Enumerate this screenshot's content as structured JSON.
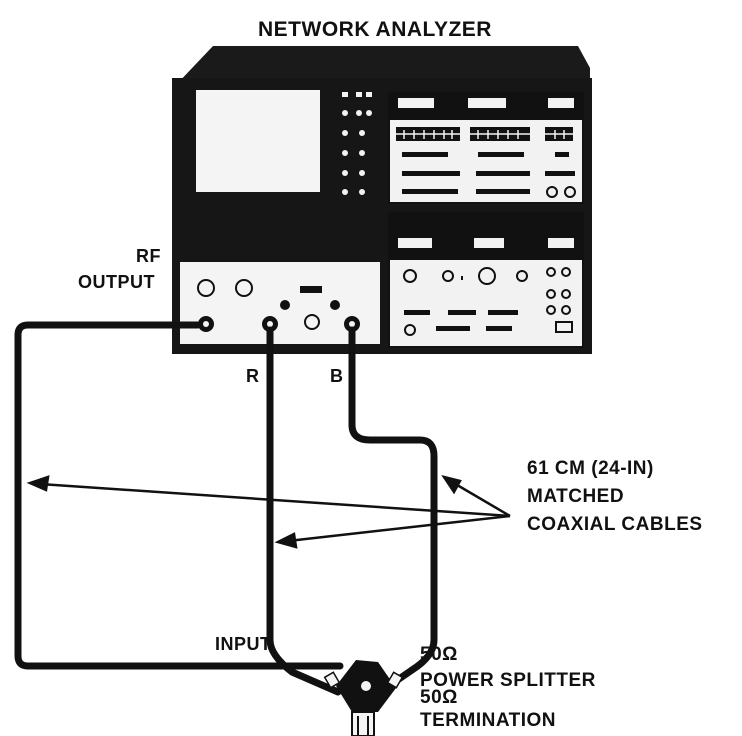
{
  "title": "NETWORK ANALYZER",
  "labels": {
    "rf_output_line1": "RF",
    "rf_output_line2": "OUTPUT",
    "port_r": "R",
    "port_b": "B",
    "cables_line1": "61 CM (24-IN)",
    "cables_line2": "MATCHED",
    "cables_line3": "COAXIAL CABLES",
    "input": "INPUT",
    "splitter_line1": "50Ω",
    "splitter_line2": "POWER SPLITTER",
    "termination_line1": "50Ω",
    "termination_line2": "TERMINATION"
  },
  "colors": {
    "ink": "#111111",
    "panel_dark": "#161616",
    "panel_light": "#f2f2f2"
  }
}
